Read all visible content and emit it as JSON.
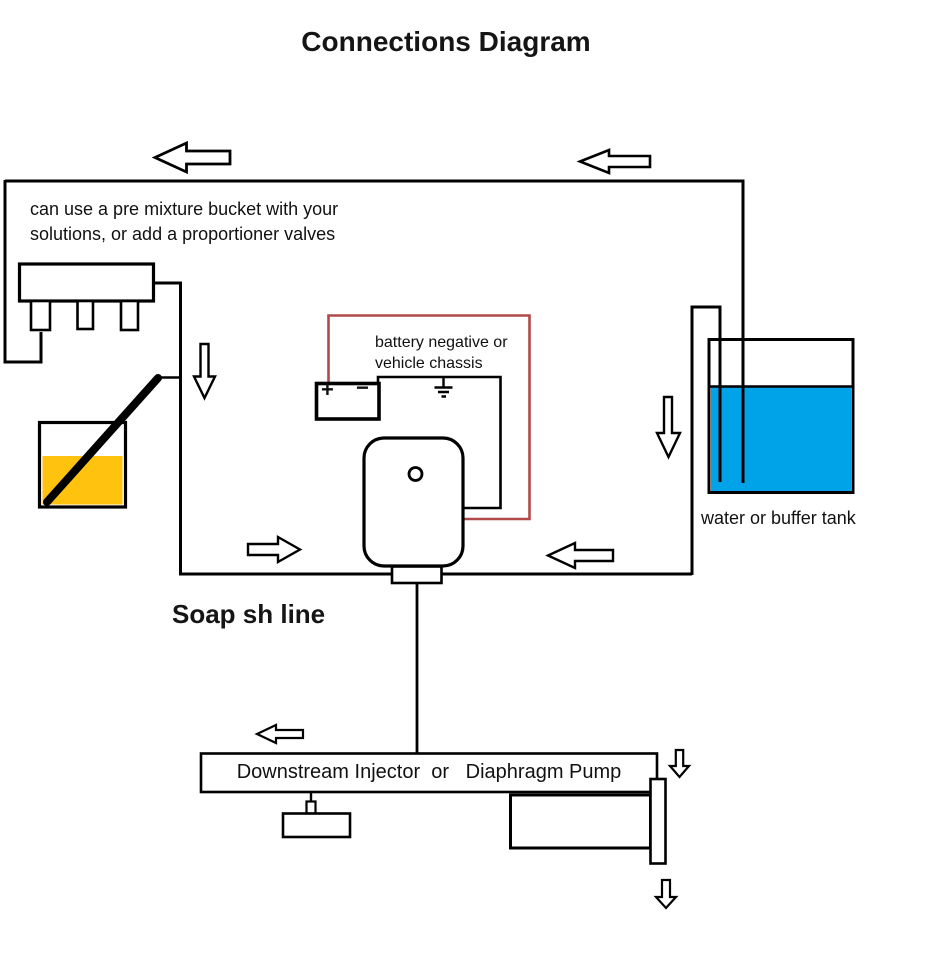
{
  "title": "Connections Diagram",
  "colors": {
    "line": "#000000",
    "red_wire": "#b04a4a",
    "bucket_yellow": "#ffc20e",
    "water_blue": "#00a2e8"
  },
  "labels": {
    "premix_note": "can use a pre mixture bucket with your\nsolutions, or add a proportioner valves",
    "battery_note": "battery negative or\nvehicle chassis",
    "water_tank": "water or buffer tank",
    "soap_line": "Soap sh line",
    "injector_box": "Downstream Injector  or   Diaphragm Pump",
    "battery_plus": "+",
    "battery_minus": "−"
  }
}
